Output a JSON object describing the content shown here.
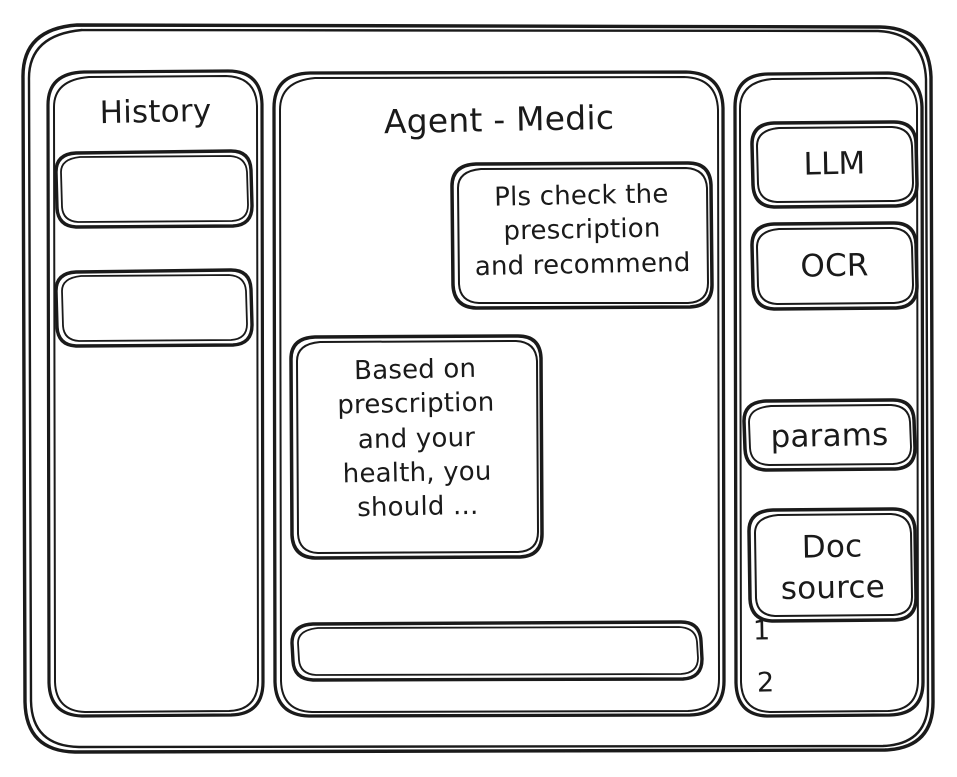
{
  "diagram": {
    "style": "hand-drawn-wireframe",
    "stroke_color": "#1a1a1a",
    "background_color": "#ffffff"
  },
  "left_panel": {
    "title": "History",
    "items": [
      {
        "label": ""
      },
      {
        "label": ""
      }
    ]
  },
  "center_panel": {
    "title": "Agent - Medic",
    "messages": [
      {
        "role": "user",
        "text": "Pls check the\nprescription\nand recommend"
      },
      {
        "role": "assistant",
        "text": "Based on\nprescription\nand your\nhealth, you\nshould ..."
      }
    ],
    "composer": {
      "value": "",
      "placeholder": ""
    }
  },
  "right_panel": {
    "tools": [
      {
        "label": "LLM"
      },
      {
        "label": "OCR"
      },
      {
        "label": "params"
      },
      {
        "label": "Doc\nsource"
      }
    ],
    "sources": [
      {
        "label": "1"
      },
      {
        "label": "2"
      }
    ]
  }
}
